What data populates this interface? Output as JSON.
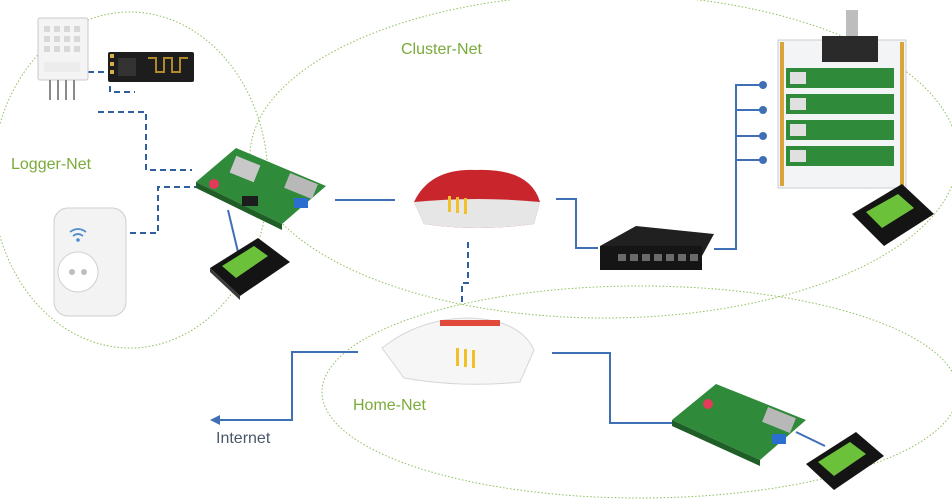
{
  "networks": {
    "logger": "Logger-Net",
    "cluster": "Cluster-Net",
    "home": "Home-Net"
  },
  "internet_label": "Internet",
  "colors": {
    "zone_outline": "#8cbf5a",
    "wired_link": "#3f6fb5",
    "wireless_link": "#2f5f9f",
    "router_red": "#c8262c",
    "pcb_green": "#2f8a3a"
  },
  "devices": [
    {
      "icon": "temperature-humidity-sensor-icon"
    },
    {
      "icon": "wifi-module-icon"
    },
    {
      "icon": "smart-plug-icon"
    },
    {
      "icon": "raspberry-pi-icon"
    },
    {
      "icon": "ssd-icon"
    },
    {
      "icon": "router-red-icon"
    },
    {
      "icon": "network-switch-icon"
    },
    {
      "icon": "pi-cluster-stack-icon"
    },
    {
      "icon": "router-white-icon"
    }
  ]
}
